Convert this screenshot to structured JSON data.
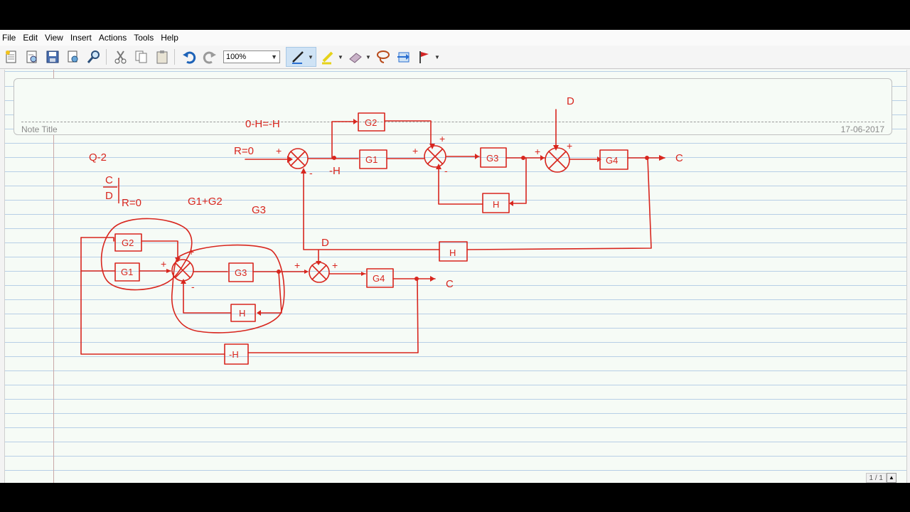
{
  "menu": [
    "File",
    "Edit",
    "View",
    "Insert",
    "Actions",
    "Tools",
    "Help"
  ],
  "toolbar": {
    "zoom": "100%",
    "icons": [
      "new-note-icon",
      "open-icon",
      "save-icon",
      "print-preview-icon",
      "find-icon",
      "cut-icon",
      "copy-icon",
      "paste-icon",
      "undo-icon",
      "redo-icon",
      "pen-icon",
      "highlighter-icon",
      "eraser-icon",
      "lasso-icon",
      "insert-space-icon",
      "flag-icon"
    ]
  },
  "note": {
    "title": "Note Title",
    "date": "17-06-2017",
    "page_counter": "1 / 1"
  },
  "colors": {
    "ink": "#d8261e",
    "ruled_line": "#b7cfe6",
    "paper": "#f6fbf6"
  },
  "ink": {
    "q_label": "Q-2",
    "ratio_num": "C",
    "ratio_den": "D",
    "ratio_cond": "R=0",
    "combined": "G1+G2",
    "g3_note": "G3",
    "top_note": "0-H=-H",
    "d_top": "D",
    "d_bottom": "D",
    "r_input": "R=0",
    "minus_h": "-H",
    "out_c_top": "C",
    "out_c_bottom": "C",
    "plus": "+",
    "minus": "-",
    "blocks_top": {
      "g2": "G2",
      "g1": "G1",
      "g3": "G3",
      "g4": "G4",
      "h_inner": "H",
      "h_feedback": "H"
    },
    "blocks_bottom": {
      "g2": "G2",
      "g1": "G1",
      "g3": "G3",
      "g4": "G4",
      "h_inner": "H",
      "neg_h": "-H"
    }
  }
}
